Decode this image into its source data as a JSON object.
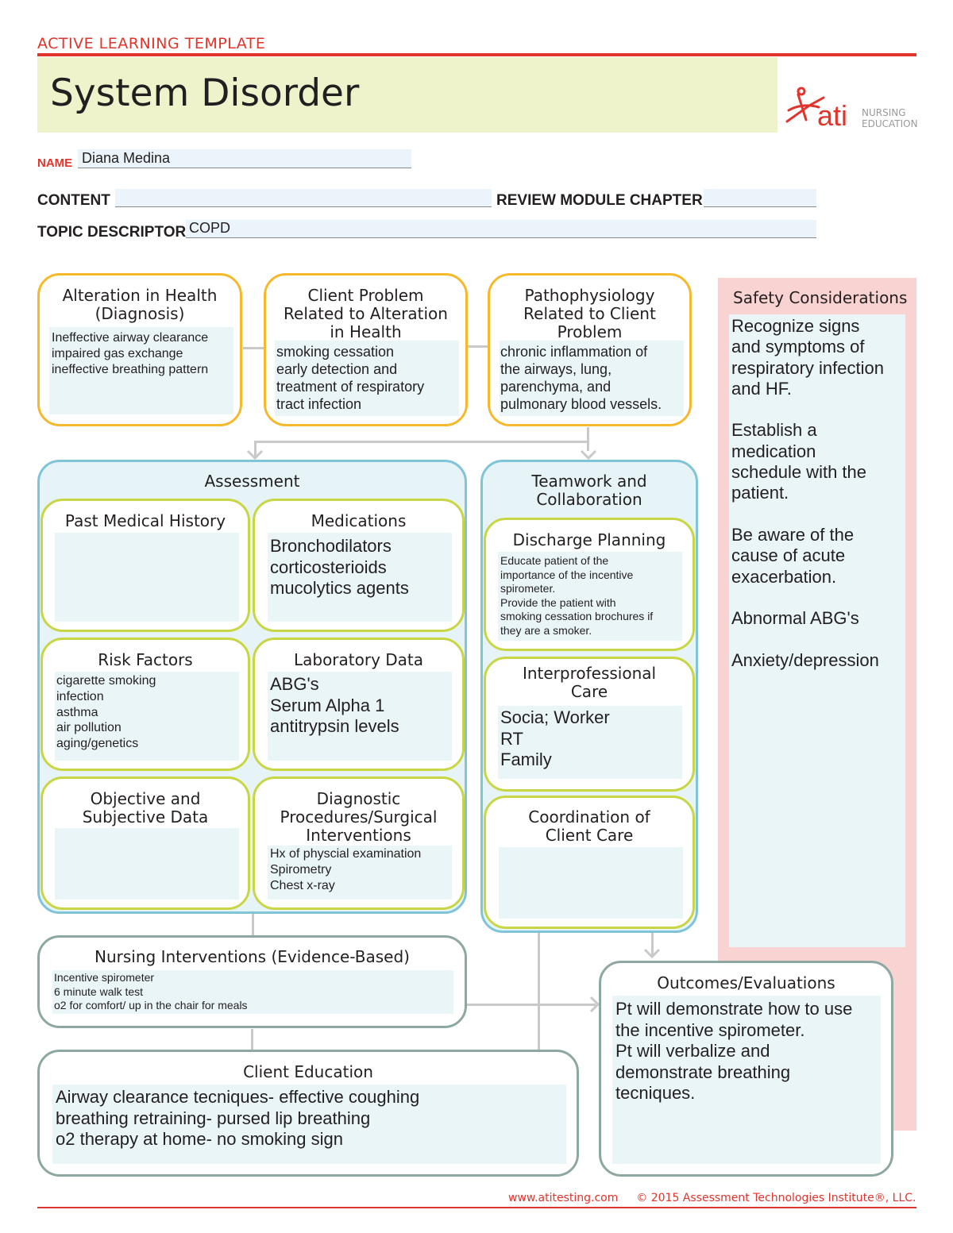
{
  "header": {
    "template_label": "ACTIVE LEARNING TEMPLATE",
    "title": "System Disorder",
    "logo_mark": "ati",
    "logo_text_1": "NURSING",
    "logo_text_2": "EDUCATION"
  },
  "fields": {
    "name_label": "NAME",
    "name_value": "Diana Medina",
    "content_label": "CONTENT",
    "content_value": "",
    "review_label": "REVIEW MODULE CHAPTER",
    "review_value": "",
    "topic_label": "TOPIC DESCRIPTOR",
    "topic_value": "COPD"
  },
  "alteration": {
    "title": "Alteration in Health\n(Diagnosis)",
    "text": "Ineffective airway clearance\nimpaired gas exchange\nineffective breathing pattern"
  },
  "client_problem": {
    "title": "Client Problem\nRelated to Alteration\nin Health",
    "text": "smoking cessation\nearly detection and\ntreatment of respiratory\ntract infection"
  },
  "pathophysiology": {
    "title": "Pathophysiology\nRelated to Client\nProblem",
    "text": "chronic inflammation of\nthe airways, lung,\nparenchyma, and\npulmonary blood vessels."
  },
  "safety": {
    "title": "Safety Considerations",
    "text": "Recognize signs\nand symptoms of\nrespiratory infection\nand HF.\n\nEstablish a\nmedication\nschedule with the\npatient.\n\nBe aware of the\ncause of acute\nexacerbation.\n\nAbnormal ABG's\n\nAnxiety/depression"
  },
  "assessment": {
    "title": "Assessment",
    "past_history": {
      "title": "Past Medical History",
      "text": ""
    },
    "medications": {
      "title": "Medications",
      "text": "Bronchodilators\ncorticosterioids\nmucolytics agents"
    },
    "risk_factors": {
      "title": "Risk Factors",
      "text": "cigarette smoking\ninfection\nasthma\nair pollution\naging/genetics"
    },
    "lab_data": {
      "title": "Laboratory Data",
      "text": "ABG's\nSerum Alpha 1\nantitrypsin levels"
    },
    "obj_subj": {
      "title": "Objective and\nSubjective Data",
      "text": ""
    },
    "diagnostic": {
      "title": "Diagnostic\nProcedures/Surgical\nInterventions",
      "text": "Hx of physcial examination\nSpirometry\nChest x-ray"
    }
  },
  "teamwork": {
    "title": "Teamwork and\nCollaboration",
    "discharge": {
      "title": "Discharge Planning",
      "text": "Educate patient of the\nimportance of the incentive\nspirometer.\nProvide the patient with\nsmoking cessation brochures if\nthey are a smoker."
    },
    "interprofessional": {
      "title": "Interprofessional\nCare",
      "text": "Socia; Worker\nRT\nFamily"
    },
    "coordination": {
      "title": "Coordination of\nClient Care",
      "text": ""
    }
  },
  "nursing": {
    "title": "Nursing Interventions (Evidence-Based)",
    "text": "Incentive spirometer\n6 minute walk test\no2 for comfort/ up in the chair for meals"
  },
  "education": {
    "title": "Client Education",
    "text": "Airway clearance tecniques- effective coughing\nbreathing retraining- pursed lip breathing\no2 therapy at home- no smoking sign"
  },
  "outcomes": {
    "title": "Outcomes/Evaluations",
    "text": "Pt will demonstrate how to use\nthe incentive spirometer.\nPt will verbalize and\ndemonstrate breathing\ntecniques."
  },
  "footer": {
    "url": "www.atitesting.com",
    "copyright": "© 2015 Assessment Technologies Institute®, LLC."
  },
  "colors": {
    "brand_red": "#e0342c",
    "orange_border": "#f6b92b",
    "green_border": "#c8d644",
    "teal_border": "#7fc4d8",
    "gray_border": "#8da8a2",
    "safety_bg": "#f8d3d1"
  }
}
